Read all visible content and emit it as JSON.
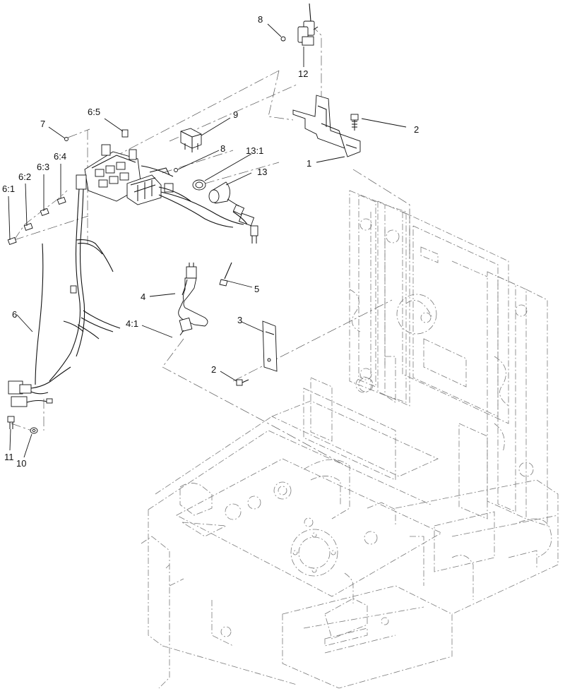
{
  "diagram": {
    "callouts": [
      {
        "id": "c8top",
        "text": "8"
      },
      {
        "id": "c12",
        "text": "12"
      },
      {
        "id": "c2top",
        "text": "2"
      },
      {
        "id": "c1",
        "text": "1"
      },
      {
        "id": "c7",
        "text": "7"
      },
      {
        "id": "c65",
        "text": "6:5"
      },
      {
        "id": "c9",
        "text": "9"
      },
      {
        "id": "c8mid",
        "text": "8"
      },
      {
        "id": "c131",
        "text": "13:1"
      },
      {
        "id": "c13",
        "text": "13"
      },
      {
        "id": "c64",
        "text": "6:4"
      },
      {
        "id": "c63",
        "text": "6:3"
      },
      {
        "id": "c62",
        "text": "6:2"
      },
      {
        "id": "c61",
        "text": "6:1"
      },
      {
        "id": "c4",
        "text": "4"
      },
      {
        "id": "c5",
        "text": "5"
      },
      {
        "id": "c41",
        "text": "4:1"
      },
      {
        "id": "c3",
        "text": "3"
      },
      {
        "id": "c6",
        "text": "6"
      },
      {
        "id": "c2bot",
        "text": "2"
      },
      {
        "id": "c11",
        "text": "11"
      },
      {
        "id": "c10",
        "text": "10"
      }
    ]
  }
}
